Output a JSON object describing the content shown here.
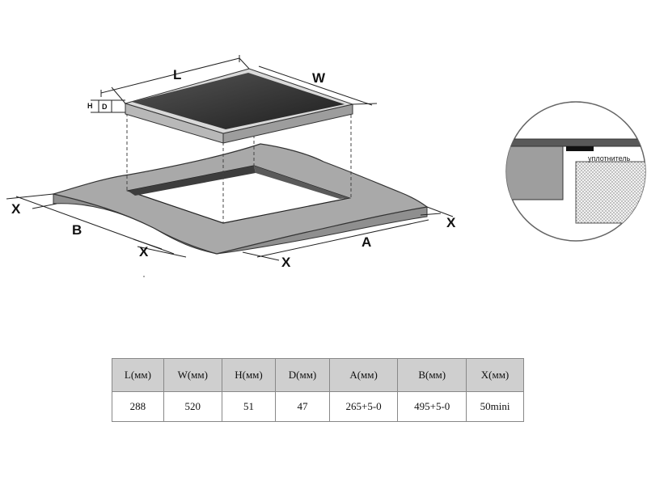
{
  "labels": {
    "L": "L",
    "W": "W",
    "H": "H",
    "D": "D",
    "A": "A",
    "B": "B",
    "X": "X",
    "seal": "уплотнитель"
  },
  "table": {
    "headers": [
      "L(мм)",
      "W(мм)",
      "H(мм)",
      "D(мм)",
      "A(мм)",
      "B(мм)",
      "X(мм)"
    ],
    "rows": [
      [
        "288",
        "520",
        "51",
        "47",
        "265+5-0",
        "495+5-0",
        "50mini"
      ]
    ]
  },
  "colors": {
    "glass_top": "#333333",
    "countertop": "#a8a8a8",
    "countertop_edge": "#8c8c8c",
    "cutout": "#404040",
    "table_header": "#cfcfcf"
  }
}
